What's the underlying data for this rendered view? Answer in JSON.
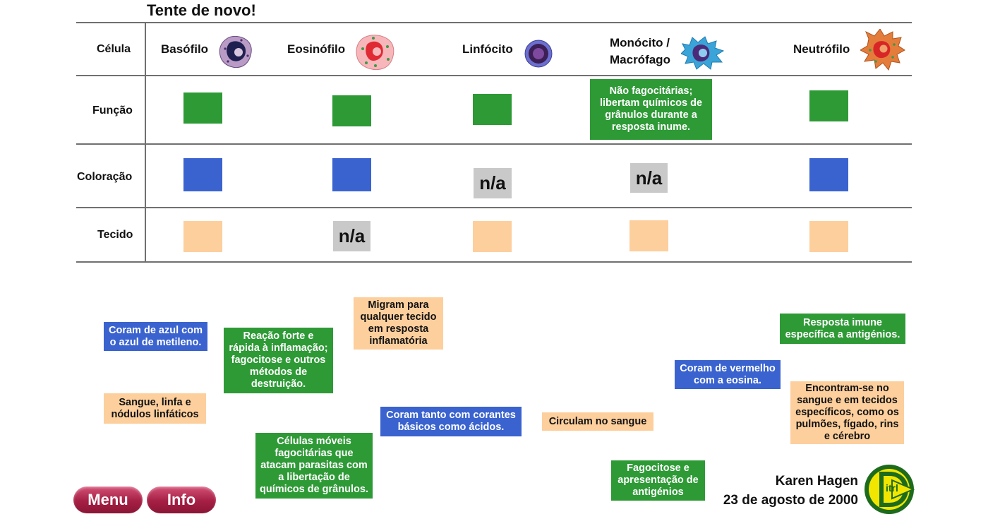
{
  "title": "Tente de novo!",
  "header": {
    "cell_label": "Célula",
    "columns": [
      "Basófilo",
      "Eosinófilo",
      "Linfócito",
      "Monócito /\nMacrófago",
      "Neutrófilo"
    ]
  },
  "rows": {
    "funcao": "Função",
    "coloracao": "Coloração",
    "tecido": "Tecido"
  },
  "placed": {
    "monocito_funcao": "Não fagocitárias; libertam químicos de grânulos durante a resposta inume.",
    "na": "n/a"
  },
  "cards": {
    "coram_azul": "Coram de azul com o azul de metileno.",
    "sangue_linfa": "Sangue, linfa e nódulos linfáticos",
    "reacao_forte": "Reação forte e rápida à inflamação; fagocitose e outros métodos de destruição.",
    "migram": "Migram para qualquer tecido em resposta inflamatória",
    "celulas_moveis": "Células móveis fagocitárias que atacam parasitas com a libertação de químicos de grânulos.",
    "coram_ambos": "Coram tanto com corantes básicos como ácidos.",
    "circulam": "Circulam no sangue",
    "fagocitose_apresentacao": "Fagocitose e apresentação de antigénios",
    "coram_vermelho": "Coram de vermelho com a eosina.",
    "resposta_imune": "Resposta imune específica a antigénios.",
    "encontram_se": "Encontram-se no sangue e em tecidos específicos, como os pulmões, fígado, rins e cérebro"
  },
  "buttons": {
    "menu": "Menu",
    "info": "Info"
  },
  "author": {
    "name": "Karen Hagen",
    "date": "23 de agosto de 2000"
  },
  "logo_text": "itrl",
  "colors": {
    "function_green": "#2e9a36",
    "stain_blue": "#3a63cf",
    "tissue_peach": "#fdcf9d",
    "na_gray": "#c9c9c9",
    "button_red": "#a51f44",
    "logo_yellow": "#f2e600",
    "logo_green": "#1d6b1d"
  },
  "icons": [
    "basophil-icon",
    "eosinophil-icon",
    "lymphocyte-icon",
    "monocyte-icon",
    "neutrophil-icon",
    "ditrl-logo-icon"
  ]
}
